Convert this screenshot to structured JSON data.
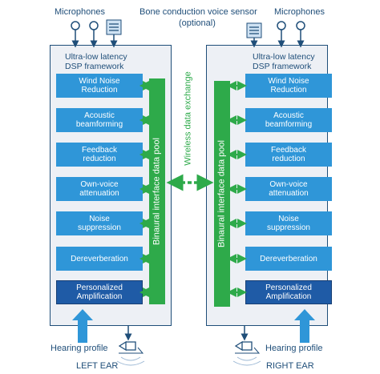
{
  "top_labels": {
    "microphones_left": "Microphones",
    "microphones_right": "Microphones",
    "bone_sensor": "Bone conduction voice sensor",
    "bone_sensor_note": "(optional)"
  },
  "left": {
    "framework_line1": "Ultra-low latency",
    "framework_line2": "DSP framework",
    "pool_label": "Binaural interface data pool",
    "blocks": [
      {
        "line1": "Wind Noise",
        "line2": "Reduction"
      },
      {
        "line1": "Acoustic",
        "line2": "beamforming"
      },
      {
        "line1": "Feedback",
        "line2": "reduction"
      },
      {
        "line1": "Own-voice",
        "line2": "attenuation"
      },
      {
        "line1": "Noise",
        "line2": "suppression"
      },
      {
        "line1": "Dereverberation",
        "line2": ""
      },
      {
        "line1": "Personalized",
        "line2": "Amplification"
      }
    ],
    "hearing_profile": "Hearing profile",
    "ear": "LEFT EAR"
  },
  "right": {
    "framework_line1": "Ultra-low latency",
    "framework_line2": "DSP framework",
    "pool_label": "Binaural interface data pool",
    "blocks": [
      {
        "line1": "Wind Noise",
        "line2": "Reduction"
      },
      {
        "line1": "Acoustic",
        "line2": "beamforming"
      },
      {
        "line1": "Feedback",
        "line2": "reduction"
      },
      {
        "line1": "Own-voice",
        "line2": "attenuation"
      },
      {
        "line1": "Noise",
        "line2": "suppression"
      },
      {
        "line1": "Dereverberation",
        "line2": ""
      },
      {
        "line1": "Personalized",
        "line2": "Amplification"
      }
    ],
    "hearing_profile": "Hearing profile",
    "ear": "RIGHT EAR"
  },
  "wireless_label": "Wireless data exchange",
  "colors": {
    "frame_border": "#1f4e79",
    "frame_fill": "#edf0f5",
    "block": "#2f96d8",
    "block_dark": "#1f5ba6",
    "pool": "#2eaa4a",
    "arrow": "#2e75b6"
  },
  "icons": [
    "microphone-icon",
    "bone-conduction-sensor-icon",
    "speaker-icon",
    "hearing-profile-arrow-icon",
    "bidirectional-arrow-icon"
  ]
}
